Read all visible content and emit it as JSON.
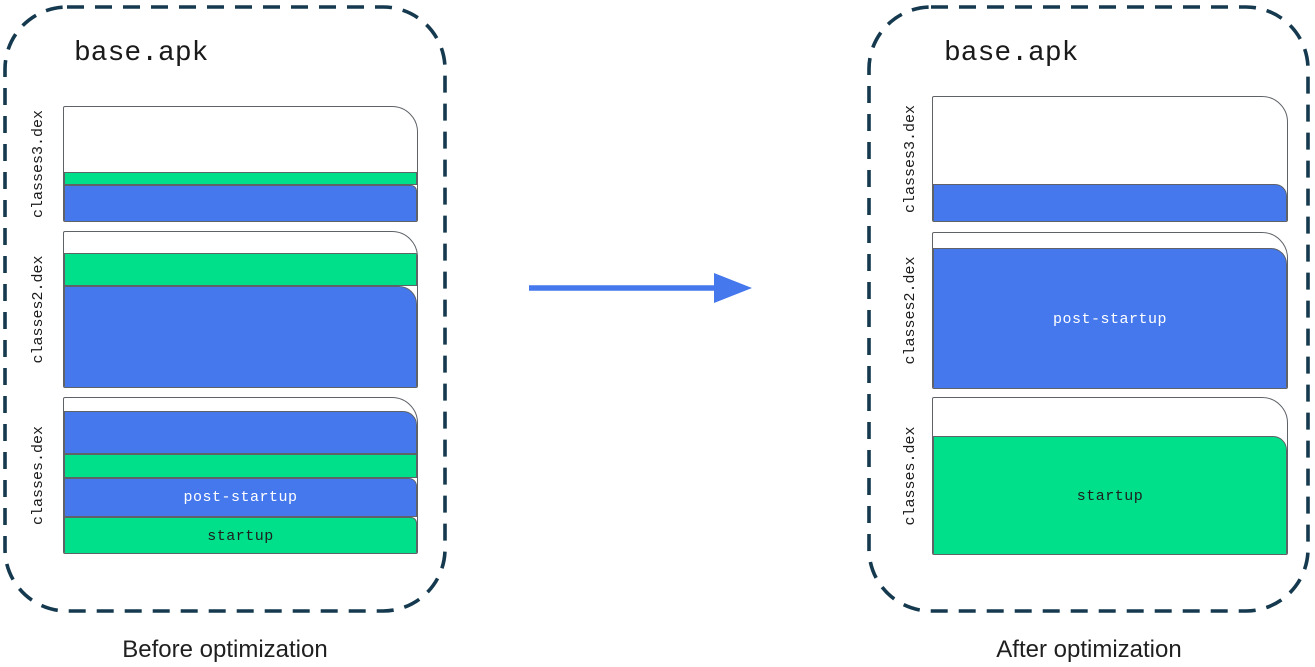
{
  "colors": {
    "blue": "#4478EC",
    "green": "#00DF8A",
    "file_border": "#5F6368",
    "container_dash": "#15394E",
    "text": "#1F1F1F"
  },
  "panels": [
    {
      "title": "base.apk",
      "caption": "Before optimization",
      "files": [
        {
          "name": "classes3.dex",
          "segments": [
            {
              "color": "white",
              "h": 65
            },
            {
              "color": "green",
              "h": 13
            },
            {
              "color": "blue",
              "h": 38,
              "r": 6
            }
          ]
        },
        {
          "name": "classes2.dex",
          "segments": [
            {
              "color": "white",
              "h": 21
            },
            {
              "color": "green",
              "h": 33
            },
            {
              "color": "blue",
              "h": 103,
              "r": 18
            }
          ]
        },
        {
          "name": "classes.dex",
          "segments": [
            {
              "color": "white",
              "h": 13
            },
            {
              "color": "blue",
              "h": 43,
              "r": 14
            },
            {
              "color": "green",
              "h": 24
            },
            {
              "color": "blue",
              "h": 39,
              "r": 8,
              "label": "post-startup",
              "label_color": "#FFFFFF"
            },
            {
              "color": "green",
              "h": 38,
              "r": 6,
              "label": "startup",
              "label_color": "#1F1F1F"
            }
          ]
        }
      ]
    },
    {
      "title": "base.apk",
      "caption": "After optimization",
      "files": [
        {
          "name": "classes3.dex",
          "segments": [
            {
              "color": "white",
              "h": 87
            },
            {
              "color": "blue",
              "h": 39,
              "r": 12
            }
          ]
        },
        {
          "name": "classes2.dex",
          "segments": [
            {
              "color": "white",
              "h": 15
            },
            {
              "color": "blue",
              "h": 142,
              "r": 16,
              "label": "post-startup",
              "label_color": "#FFFFFF"
            }
          ]
        },
        {
          "name": "classes.dex",
          "segments": [
            {
              "color": "white",
              "h": 38
            },
            {
              "color": "green",
              "h": 120,
              "r": 14,
              "label": "startup",
              "label_color": "#1F1F1F"
            }
          ]
        }
      ]
    }
  ]
}
